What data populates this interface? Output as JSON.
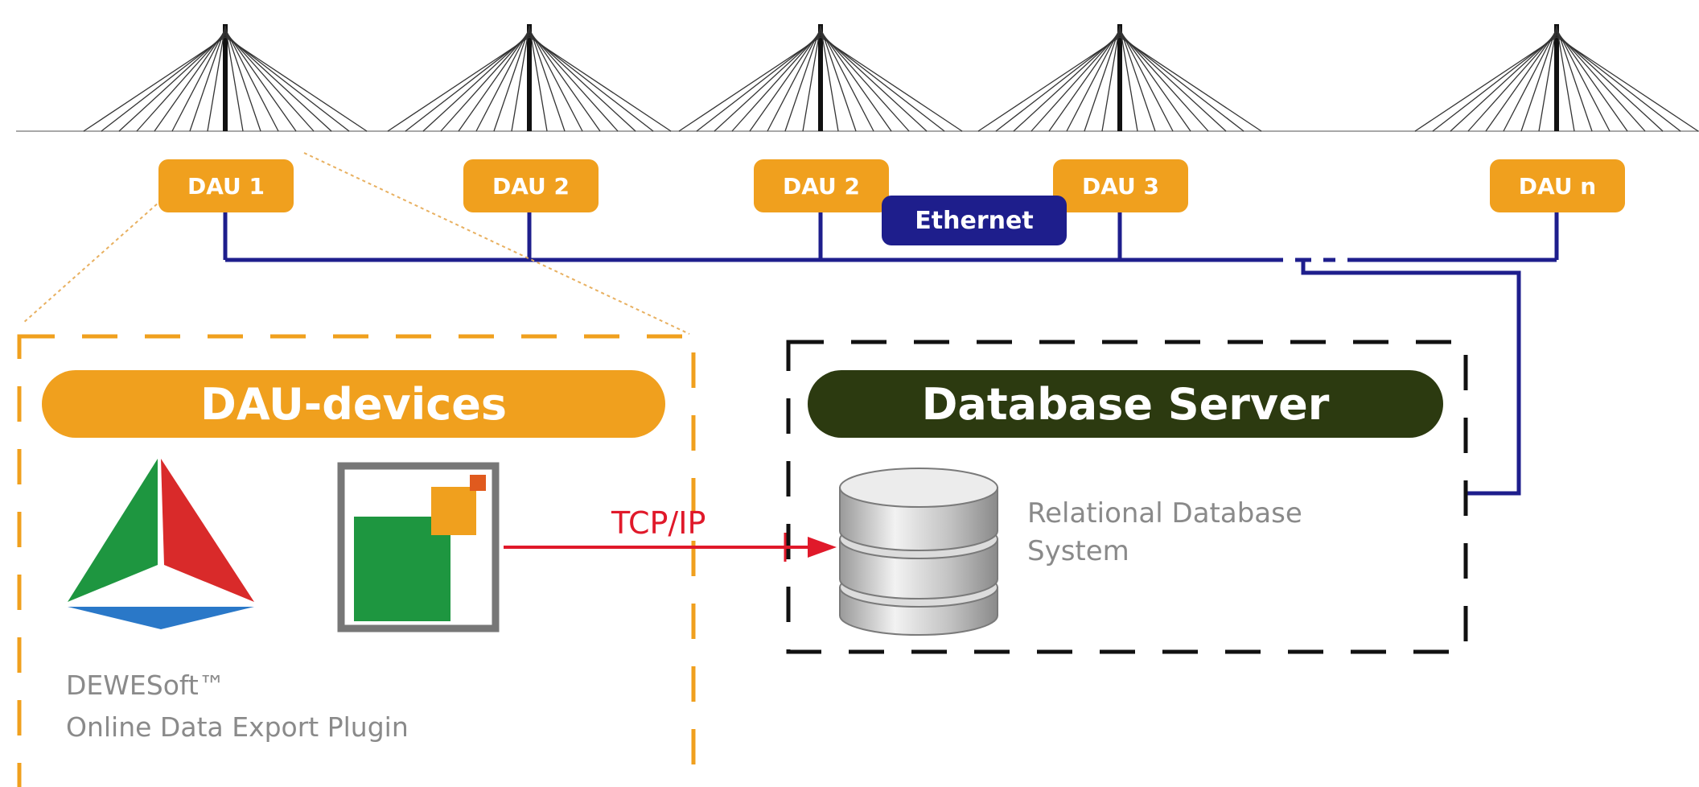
{
  "colors": {
    "dau_orange": "#F0A01E",
    "network_blue": "#1E1E8C",
    "server_dark_green": "#2C3A10",
    "tcp_red": "#E0192A",
    "dewesoft_green": "#1E9640",
    "dewesoft_red": "#D92A2A",
    "dewesoft_blue": "#2A78C8"
  },
  "daus": [
    {
      "label": "DAU 1"
    },
    {
      "label": "DAU 2"
    },
    {
      "label": "DAU 2"
    },
    {
      "label": "DAU 3"
    },
    {
      "label": "DAU n"
    }
  ],
  "network": {
    "label": "Ethernet"
  },
  "dau_panel": {
    "title": "DAU-devices",
    "software_name": "DEWESoft™",
    "plugin_name": "Online Data Export Plugin"
  },
  "connection": {
    "label": "TCP/IP"
  },
  "server_panel": {
    "title": "Database Server",
    "db_line1": "Relational Database",
    "db_line2": "System"
  },
  "icons": {
    "bridge": "cable-stayed-bridge-icon",
    "dewesoft_logo": "dewesoft-logo-icon",
    "plugin": "plugin-window-icon",
    "database": "database-cylinder-icon"
  }
}
